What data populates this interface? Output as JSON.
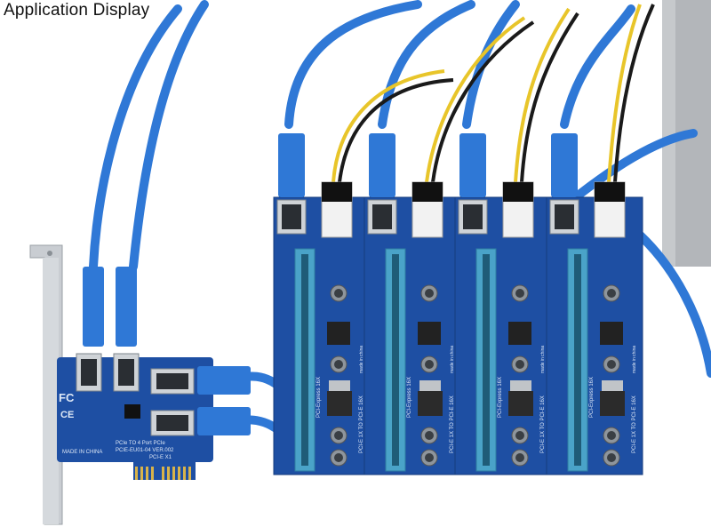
{
  "caption": "Application Display",
  "colors": {
    "pcb_blue": "#1e4fa3",
    "cable_blue": "#2f78d6",
    "slot_blue": "#4aa3c8",
    "bracket_gray": "#c9cdd2",
    "wire_yellow": "#e8c52a",
    "wire_black": "#1a1a1a"
  },
  "board_text": {
    "fc_mark": "FC",
    "ce_mark": "CE",
    "made_in": "MADE IN CHINA",
    "model_line1": "PCIe TO 4 Port PCIe",
    "model_line2": "PCIE-EU01-04 VER.002",
    "slot_mark": "PCI-E X1"
  },
  "riser_text": {
    "side_label": "PCI-Express 16X",
    "side_label_2": "PCI-E 1X TO PCI-E 16X",
    "made_in": "made in china"
  },
  "risers": [
    {
      "id": "riser-1"
    },
    {
      "id": "riser-2"
    },
    {
      "id": "riser-3"
    },
    {
      "id": "riser-4"
    }
  ]
}
